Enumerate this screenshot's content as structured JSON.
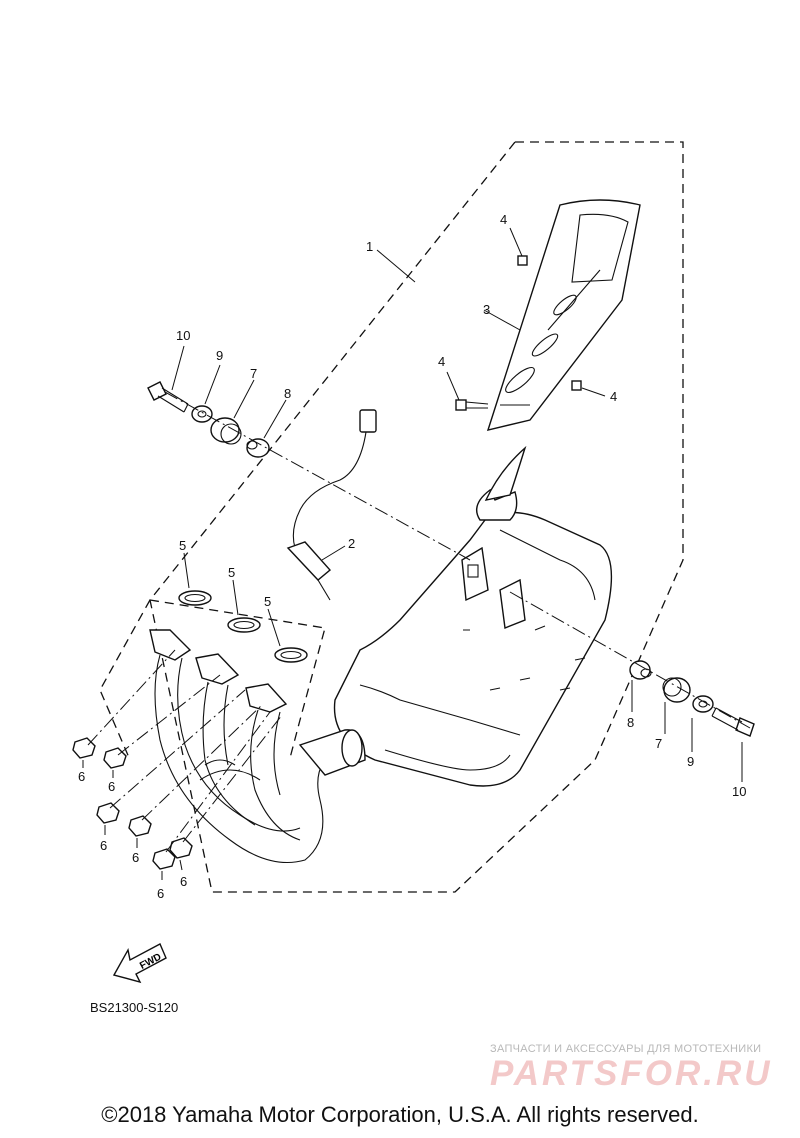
{
  "callouts": [
    {
      "id": "c1",
      "text": "1"
    },
    {
      "id": "c2",
      "text": "2"
    },
    {
      "id": "c3",
      "text": "3"
    },
    {
      "id": "c4a",
      "text": "4"
    },
    {
      "id": "c4b",
      "text": "4"
    },
    {
      "id": "c4c",
      "text": "4"
    },
    {
      "id": "c5a",
      "text": "5"
    },
    {
      "id": "c5b",
      "text": "5"
    },
    {
      "id": "c5c",
      "text": "5"
    },
    {
      "id": "c6a",
      "text": "6"
    },
    {
      "id": "c6b",
      "text": "6"
    },
    {
      "id": "c6c",
      "text": "6"
    },
    {
      "id": "c6d",
      "text": "6"
    },
    {
      "id": "c6e",
      "text": "6"
    },
    {
      "id": "c6f",
      "text": "6"
    },
    {
      "id": "c7a",
      "text": "7"
    },
    {
      "id": "c7b",
      "text": "7"
    },
    {
      "id": "c8a",
      "text": "8"
    },
    {
      "id": "c8b",
      "text": "8"
    },
    {
      "id": "c9a",
      "text": "9"
    },
    {
      "id": "c9b",
      "text": "9"
    },
    {
      "id": "c10a",
      "text": "10"
    },
    {
      "id": "c10b",
      "text": "10"
    }
  ],
  "fwd_label": "FWD",
  "diagram_code": "BS21300-S120",
  "watermark": {
    "tagline": "ЗАПЧАСТИ И АКСЕССУАРЫ ДЛЯ МОТОТЕХНИКИ",
    "logo": "PARTSFOR.RU"
  },
  "copyright": "©2018 Yamaha Motor Corporation, U.S.A. All rights reserved."
}
